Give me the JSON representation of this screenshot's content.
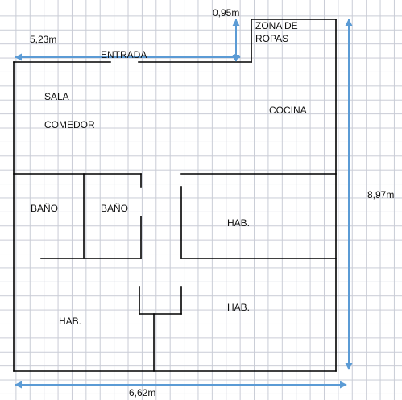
{
  "dimensions": {
    "top_width": "5,23m",
    "laundry_width": "0,95m",
    "height": "8,97m",
    "bottom_width": "6,62m"
  },
  "rooms": {
    "entrance": "ENTRADA",
    "laundry_line1": "ZONA DE",
    "laundry_line2": "ROPAS",
    "living_line1": "SALA",
    "living_line2": "COMEDOR",
    "kitchen": "COCINA",
    "bathroom_1": "BAÑO",
    "bathroom_2": "BAÑO",
    "bedroom_1": "HAB.",
    "bedroom_2": "HAB.",
    "bedroom_3": "HAB."
  },
  "colors": {
    "wall": "#000000",
    "dimension_arrow": "#5b9bd5",
    "grid": "#c9ccd6"
  }
}
